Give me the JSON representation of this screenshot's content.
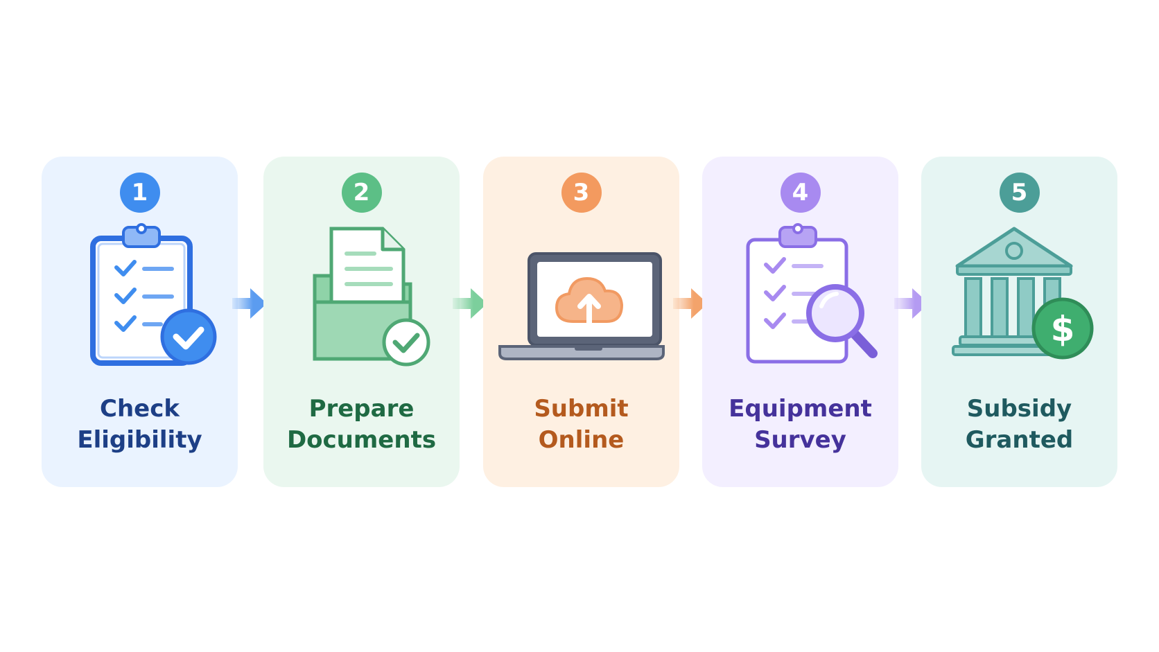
{
  "steps": [
    {
      "number": "1",
      "label_lines": [
        "Check",
        "Eligibility"
      ],
      "icon": "clipboard-check-icon",
      "colors": {
        "card": "#eaf3ff",
        "badge": "#3f8def",
        "text": "#1d3f86",
        "accent": "#2f6fe0"
      }
    },
    {
      "number": "2",
      "label_lines": [
        "Prepare",
        "Documents"
      ],
      "icon": "folder-document-check-icon",
      "colors": {
        "card": "#eaf7ef",
        "badge": "#5cbf86",
        "text": "#1f6a43",
        "accent": "#4fa874"
      }
    },
    {
      "number": "3",
      "label_lines": [
        "Submit",
        "Online"
      ],
      "icon": "laptop-cloud-upload-icon",
      "colors": {
        "card": "#fef0e2",
        "badge": "#f39a5f",
        "text": "#b45a1e",
        "accent": "#f19a62"
      }
    },
    {
      "number": "4",
      "label_lines": [
        "Equipment",
        "Survey"
      ],
      "icon": "clipboard-magnifier-icon",
      "colors": {
        "card": "#f3efff",
        "badge": "#a88af0",
        "text": "#45329b",
        "accent": "#8a6ee6"
      }
    },
    {
      "number": "5",
      "label_lines": [
        "Subsidy",
        "Granted"
      ],
      "icon": "bank-dollar-icon",
      "colors": {
        "card": "#e6f5f3",
        "badge": "#4c9e98",
        "text": "#1f5a5f",
        "accent": "#4c9e98"
      }
    }
  ],
  "arrows": [
    {
      "icon": "arrow-right-icon",
      "color": "#5b9cf0"
    },
    {
      "icon": "arrow-right-icon",
      "color": "#7ccf9c"
    },
    {
      "icon": "arrow-right-icon",
      "color": "#f3a36b"
    },
    {
      "icon": "arrow-right-icon",
      "color": "#b49bf2"
    }
  ]
}
